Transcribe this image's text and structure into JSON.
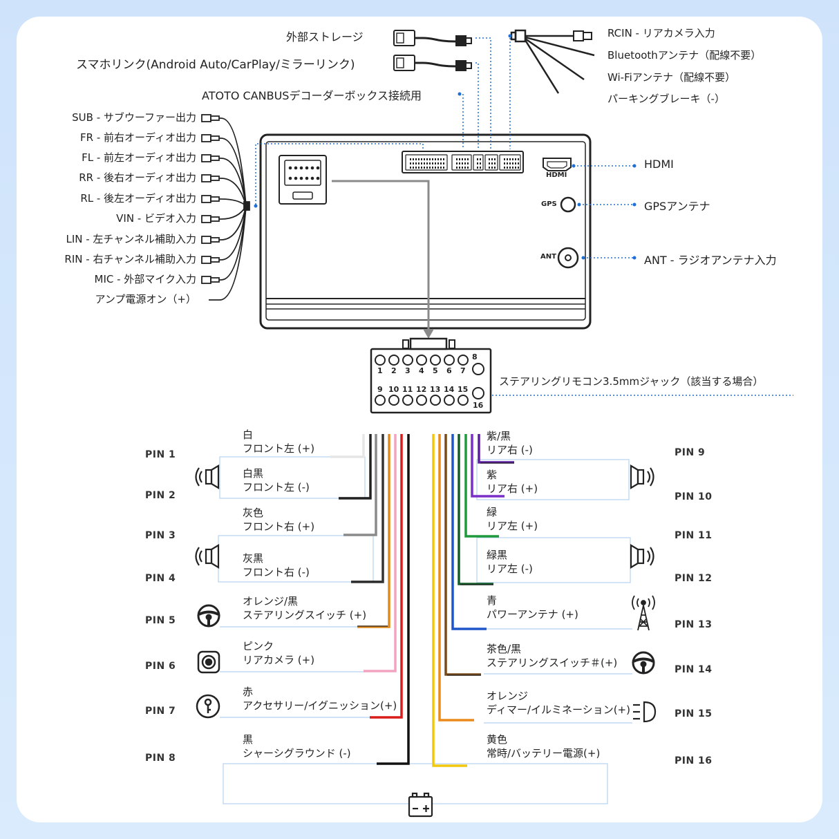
{
  "top": {
    "external_storage": "外部ストレージ",
    "smartphone_link": "スマホリンク(Android Auto/CarPlay/ミラーリンク)",
    "canbus": "ATOTO CANBUSデコーダーボックス接続用",
    "rcin": "RCIN - リアカメラ入力",
    "bluetooth": "Bluetoothアンテナ（配線不要）",
    "wifi": "Wi-Fiアンテナ（配線不要）",
    "parking": "パーキングブレーキ（-）"
  },
  "left_outputs": [
    "SUB - サブウーファー出力",
    "FR - 前右オーディオ出力",
    "FL - 前左オーディオ出力",
    "RR - 後右オーディオ出力",
    "RL - 後左オーディオ出力",
    "VIN - ビデオ入力",
    "LIN - 左チャンネル補助入力",
    "RIN - 右チャンネル補助入力",
    "MIC - 外部マイク入力",
    "アンプ電源オン（+）"
  ],
  "right_ports": {
    "hdmi": "HDMI",
    "gps": "GPSアンテナ",
    "ant": "ANT - ラジオアンテナ入力"
  },
  "unit_labels": {
    "hdmi": "HDMI",
    "gps": "GPS",
    "ant": "ANT"
  },
  "connector": {
    "top_numbers": [
      "1",
      "2",
      "3",
      "4",
      "5",
      "6",
      "7",
      "8"
    ],
    "bottom_numbers": [
      "9",
      "10",
      "11",
      "12",
      "13",
      "14",
      "15",
      "16"
    ],
    "jack_label": "ステアリングリモコン3.5mmジャック（該当する場合）"
  },
  "pins_left": [
    {
      "pin": "PIN 1",
      "color_name": "白",
      "function": "フロント左 (+)",
      "color": "#e6e6e6"
    },
    {
      "pin": "PIN 2",
      "color_name": "白黒",
      "function": "フロント左 (-)",
      "color": "#222222"
    },
    {
      "pin": "PIN 3",
      "color_name": "灰色",
      "function": "フロント右 (+)",
      "color": "#8a8a8a"
    },
    {
      "pin": "PIN 4",
      "color_name": "灰黒",
      "function": "フロント右 (-)",
      "color": "#333333"
    },
    {
      "pin": "PIN 5",
      "color_name": "オレンジ/黒",
      "function": "ステアリングスイッチ (+)",
      "color": "#e08a1e"
    },
    {
      "pin": "PIN 6",
      "color_name": "ピンク",
      "function": "リアカメラ (+)",
      "color": "#f2a3c0"
    },
    {
      "pin": "PIN 7",
      "color_name": "赤",
      "function": "アクセサリー/イグニッション(+)",
      "color": "#d81c1c"
    },
    {
      "pin": "PIN 8",
      "color_name": "黒",
      "function": "シャーシグラウンド (-)",
      "color": "#111111"
    }
  ],
  "pins_right": [
    {
      "pin": "PIN 9",
      "color_name": "紫/黒",
      "function": "リア右 (-)",
      "color": "#5b1ea0"
    },
    {
      "pin": "PIN 10",
      "color_name": "紫",
      "function": "リア右 (+)",
      "color": "#7a2fc9"
    },
    {
      "pin": "PIN 11",
      "color_name": "緑",
      "function": "リア左 (+)",
      "color": "#1e9a3c"
    },
    {
      "pin": "PIN 12",
      "color_name": "緑黒",
      "function": "リア左 (-)",
      "color": "#155e2a"
    },
    {
      "pin": "PIN 13",
      "color_name": "青",
      "function": "パワーアンテナ (+)",
      "color": "#1f55c8"
    },
    {
      "pin": "PIN 14",
      "color_name": "茶色/黒",
      "function": "ステアリングスイッチ＃(+)",
      "color": "#7a4a18"
    },
    {
      "pin": "PIN 15",
      "color_name": "オレンジ",
      "function": "ディマー/イルミネーション(+)",
      "color": "#ea8a1a"
    },
    {
      "pin": "PIN 16",
      "color_name": "黄色",
      "function": "常時/バッテリー電源(+)",
      "color": "#f2c80f"
    }
  ],
  "icons": {
    "speaker": "speaker-icon",
    "steering": "steering-wheel-icon",
    "camera": "camera-icon",
    "ignition": "ignition-key-icon",
    "antenna": "antenna-icon",
    "headlight": "headlight-icon",
    "battery": "battery-icon"
  },
  "colors": {
    "dotted_line": "#1e6fd6",
    "frame": "#222222",
    "background": "#d3e7fb"
  }
}
